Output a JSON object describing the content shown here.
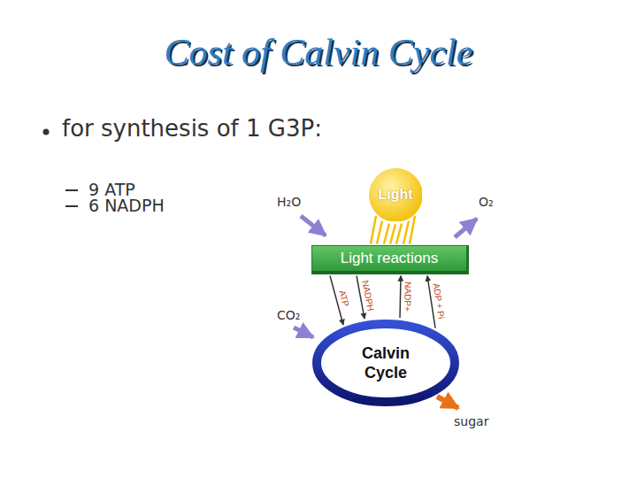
{
  "diagram": {
    "title": "Cost of Calvin Cycle",
    "nodes": [
      {
        "text": [
          "Light"
        ]
      },
      {
        "text": [
          "Light reactions"
        ]
      },
      {
        "text": [
          "Calvin Cycle"
        ]
      }
    ],
    "edges": [
      {
        "from": 0,
        "to": 1,
        "arrow": "none"
      },
      {
        "from": 1,
        "to": 2,
        "label": "ATP",
        "arrow": "to"
      },
      {
        "from": 1,
        "to": 2,
        "label": "NADPH",
        "arrow": "to"
      },
      {
        "from": 2,
        "to": 1,
        "label": "NADP+",
        "arrow": "to"
      },
      {
        "from": 2,
        "to": 1,
        "label": "ADP + Pi",
        "arrow": "to"
      }
    ],
    "labels": [
      "for synthesis of 1 G3P:",
      "9 ATP",
      "6 NADPH",
      "H₂O",
      "O₂",
      "CO₂",
      "sugar"
    ]
  }
}
